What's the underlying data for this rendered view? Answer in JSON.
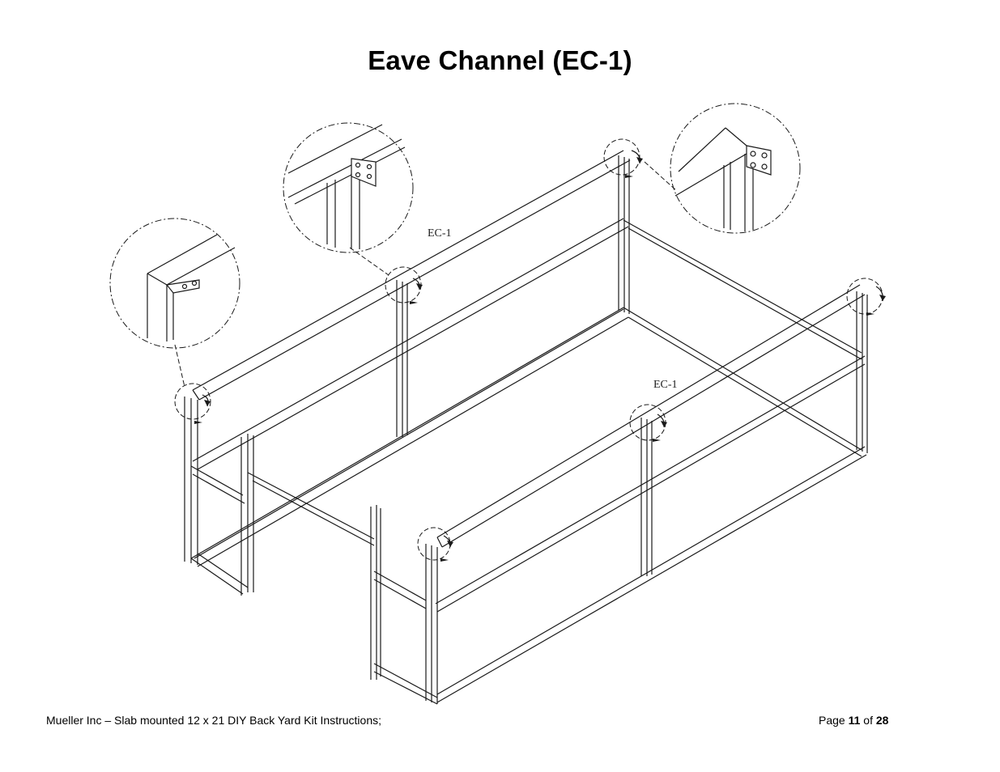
{
  "page": {
    "title": "Eave Channel (EC-1)"
  },
  "drawing": {
    "labels": {
      "ec1_back": "EC-1",
      "ec1_front": "EC-1"
    },
    "icons": {
      "callout": "magnified-detail-circle",
      "arrow": "curved-rotation-arrow"
    }
  },
  "footer": {
    "left_text": "Mueller Inc – Slab mounted 12 x 21 DIY Back Yard Kit Instructions;",
    "page_prefix": "Page",
    "page_current": "11",
    "page_of": "of",
    "page_total": "28"
  }
}
